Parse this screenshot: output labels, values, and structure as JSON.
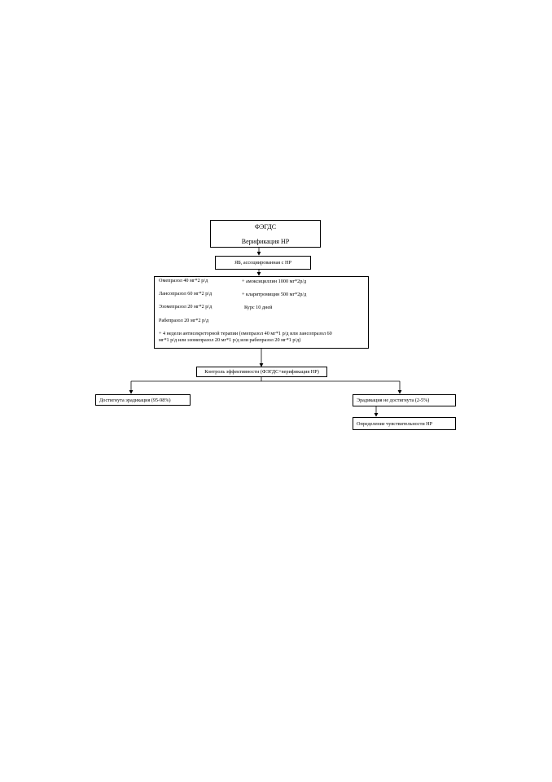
{
  "flowchart": {
    "top": {
      "line1": "ФЭГДС",
      "line2": "Верификация НР"
    },
    "diagnosis": "ЯБ, ассоциированная с НР",
    "therapy": {
      "ppi": [
        "Омепразол 40 мг*2 р/д",
        "Лансопразол 60 мг*2 р/д",
        "Эзомепразол 20 мг*2 р/д",
        "Рабепразол 20 мг*2 р/д"
      ],
      "antibiotics": [
        "+ амоксициллин 1000 мг*2р/д",
        "+ кларитромицин 500 мг*2р/д"
      ],
      "course": "Курс 10 дней",
      "followup_line1": "+ 4 недели антисекреторной терапии (омепразол 40 мг*1 р/д или лансопразол 60",
      "followup_line2": "мг*1 р/д или эзомепразол 20 мг*1 р/д или рабепразол 20 мг*1 р/д)"
    },
    "control": "Контроль эффективности (ФЭГДС+верификация НР)",
    "achieved": "Достигнута эрадикация (95-98%)",
    "not_achieved": "Эрадикация  не достигнута (2-5%)",
    "sensitivity": "Определение чувствительности НР"
  }
}
